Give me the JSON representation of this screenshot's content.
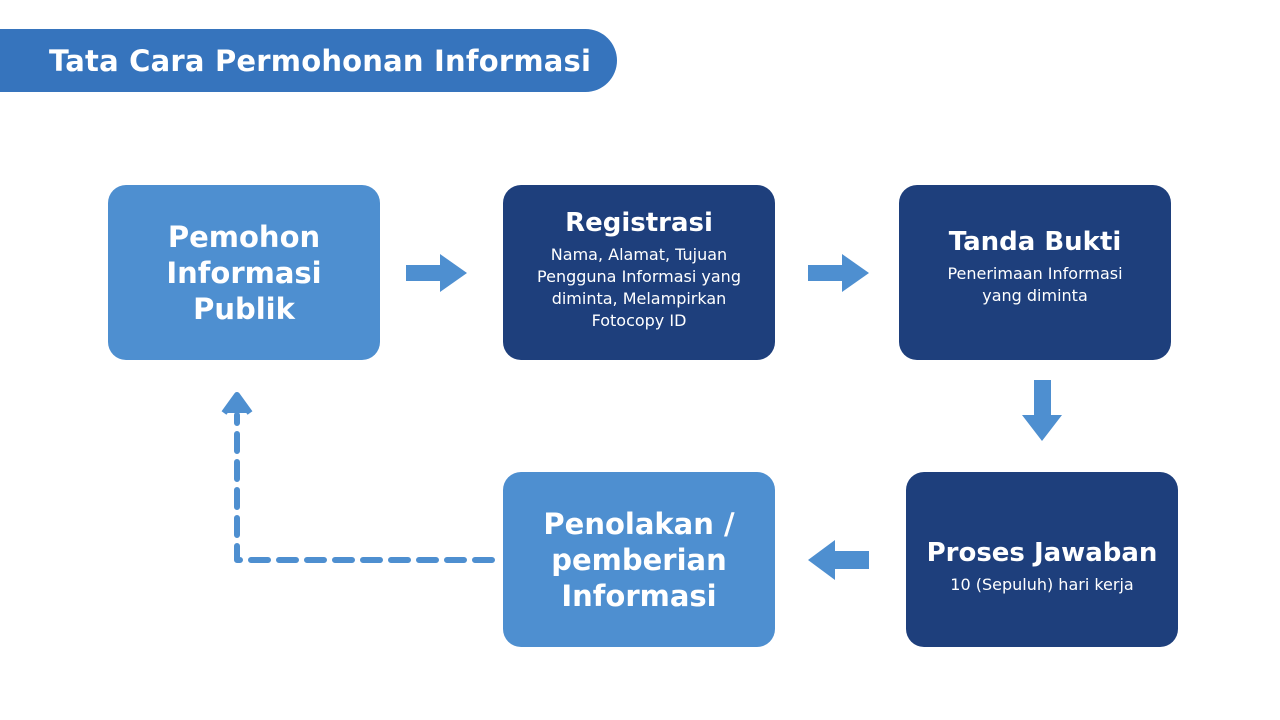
{
  "header": {
    "title": "Tata Cara Permohonan Informasi"
  },
  "colors": {
    "header_bg": "#3674bd",
    "box_light": "#4e8fd0",
    "box_dark": "#1e3f7c",
    "arrow": "#4e8fd0"
  },
  "steps": {
    "pemohon": {
      "title": "Pemohon Informasi Publik"
    },
    "registrasi": {
      "title": "Registrasi",
      "desc": "Nama, Alamat, Tujuan Pengguna Informasi yang diminta, Melampirkan Fotocopy ID"
    },
    "tanda_bukti": {
      "title": "Tanda Bukti",
      "desc": "Penerimaan Informasi yang diminta"
    },
    "proses_jawaban": {
      "title": "Proses Jawaban",
      "desc": "10 (Sepuluh) hari kerja"
    },
    "penolakan": {
      "title": "Penolakan / pemberian Informasi"
    }
  }
}
